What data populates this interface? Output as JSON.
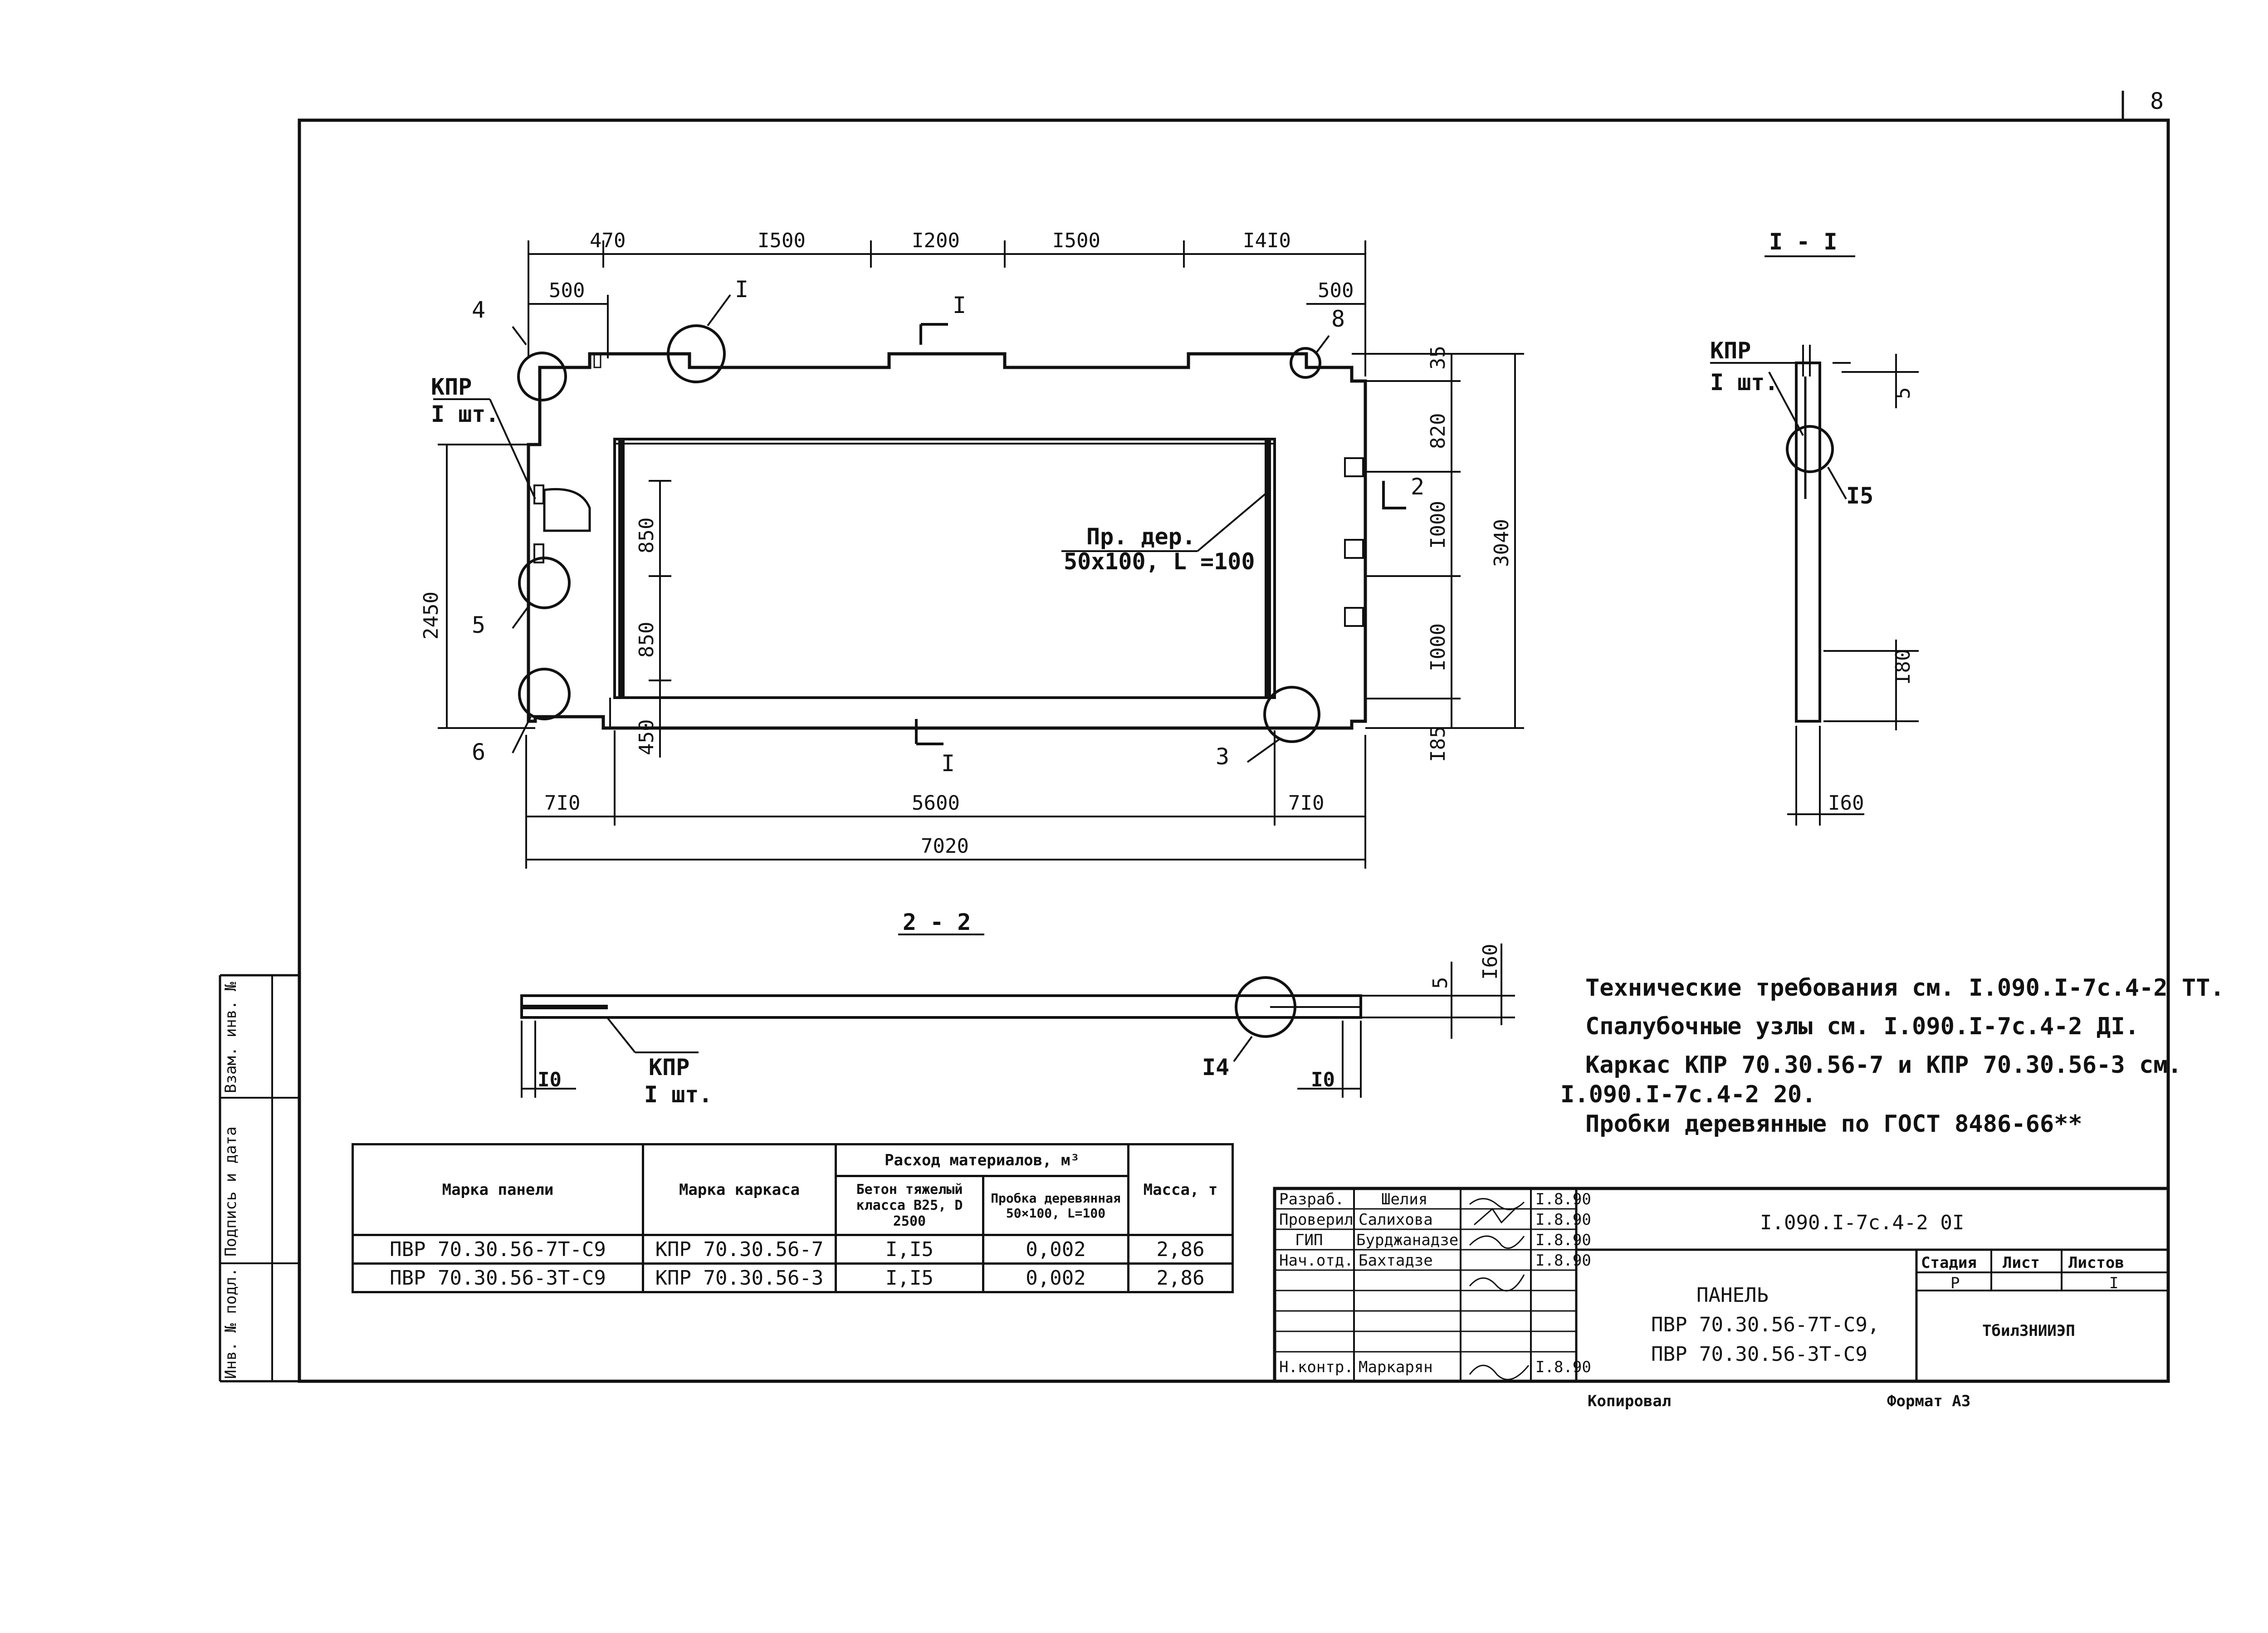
{
  "page_number": "8",
  "plan": {
    "top_dims": [
      "470",
      "I500",
      "I200",
      "I500",
      "I4I0"
    ],
    "top_small_left": "500",
    "top_small_right": "500",
    "right_dims": [
      "35",
      "820",
      "I000",
      "I000",
      "I85"
    ],
    "right_total": "3040",
    "left_dim": "2450",
    "inner_dims": [
      "850",
      "850",
      "450"
    ],
    "bottom_dims": [
      "7I0",
      "5600",
      "7I0"
    ],
    "bottom_total": "7020",
    "callouts": [
      "4",
      "I",
      "8",
      "5",
      "6",
      "3"
    ],
    "section_mark": "I",
    "section_mark_num": "2",
    "kpr_label": "КПР",
    "kpr_count": "I шт.",
    "plug_label_1": "Пр. дер.",
    "plug_label_2": "50х100, L =100"
  },
  "section_1": {
    "title": "I - I",
    "kpr_label": "КПР",
    "kpr_count": "I шт.",
    "dim_top": "5",
    "dim_bottom": "I80",
    "width": "I60",
    "callout": "I5"
  },
  "section_2": {
    "title": "2 - 2",
    "kpr_label": "КПР",
    "kpr_count": "I шт.",
    "dim_left": "I0",
    "dim_right": "I0",
    "callout": "I4",
    "dim_v1": "5",
    "dim_v2": "I60"
  },
  "notes": [
    "Технические требования см. I.090.I-7с.4-2 ТТ.",
    "Спалубочные узлы см. I.090.I-7с.4-2 ДI.",
    "Каркас КПР 70.30.56-7 и КПР 70.30.56-3 см.",
    "I.090.I-7с.4-2 20.",
    "Пробки деревянные по ГОСТ 8486-66**"
  ],
  "materials_table": {
    "header_panel": "Марка панели",
    "header_frame": "Марка каркаса",
    "header_consumption": "Расход материалов, м³",
    "header_concrete": "Бетон тяжелый класса В25, D 2500",
    "header_plug": "Пробка деревянная 50×100, L=100",
    "header_mass": "Масса, т",
    "rows": [
      {
        "panel": "ПВР 70.30.56-7Т-С9",
        "frame": "КПР 70.30.56-7",
        "concrete": "I,I5",
        "plug": "0,002",
        "mass": "2,86"
      },
      {
        "panel": "ПВР 70.30.56-3Т-С9",
        "frame": "КПР 70.30.56-3",
        "concrete": "I,I5",
        "plug": "0,002",
        "mass": "2,86"
      }
    ]
  },
  "title_block": {
    "roles": [
      "Разраб.",
      "Проверил",
      "ГИП",
      "Нач.отд.",
      "Н.контр."
    ],
    "names": [
      "Шелия",
      "Салихова",
      "Бурджанадзе",
      "Бахтадзе",
      "Маркарян"
    ],
    "dates": [
      "I.8.90",
      "I.8.90",
      "I.8.90",
      "I.8.90",
      "I.8.90"
    ],
    "doc_code": "I.090.I-7с.4-2 0I",
    "name_1": "ПАНЕЛЬ",
    "name_2": "ПВР 70.30.56-7Т-С9,",
    "name_3": "ПВР 70.30.56-3Т-С9",
    "stage_label": "Стадия",
    "sheet_label": "Лист",
    "sheets_label": "Листов",
    "stage": "Р",
    "sheets": "I",
    "org": "ТбилЗНИИЭП"
  },
  "side_stamp": [
    "Инв. № подл.",
    "Подпись и дата",
    "Взам. инв. №"
  ],
  "footer": {
    "copied": "Копировал",
    "format": "Формат А3"
  }
}
